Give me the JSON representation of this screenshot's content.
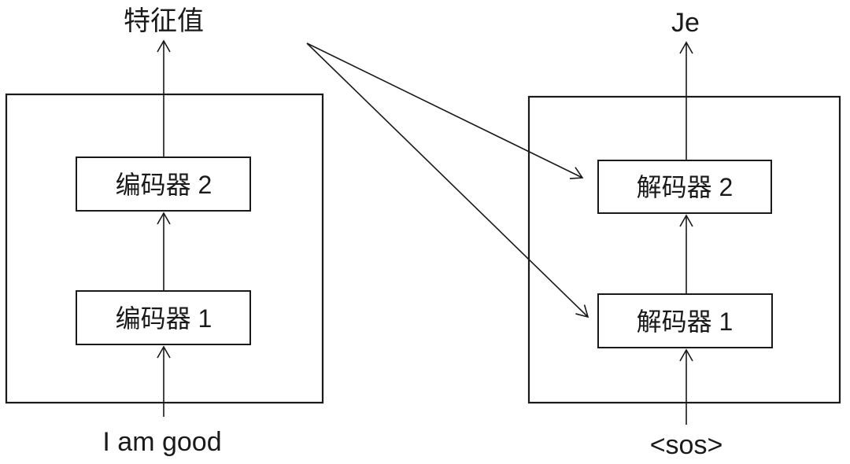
{
  "diagram": {
    "encoder_stack": {
      "blocks": [
        "编码器 1",
        "编码器 2"
      ],
      "input_text": "I am good",
      "output_text": "特征值"
    },
    "decoder_stack": {
      "blocks": [
        "解码器 1",
        "解码器 2"
      ],
      "input_text": "<sos>",
      "output_text": "Je"
    },
    "colors": {
      "line": "#1a1a1a",
      "background": "#ffffff",
      "box_fill": "#ffffff"
    }
  }
}
